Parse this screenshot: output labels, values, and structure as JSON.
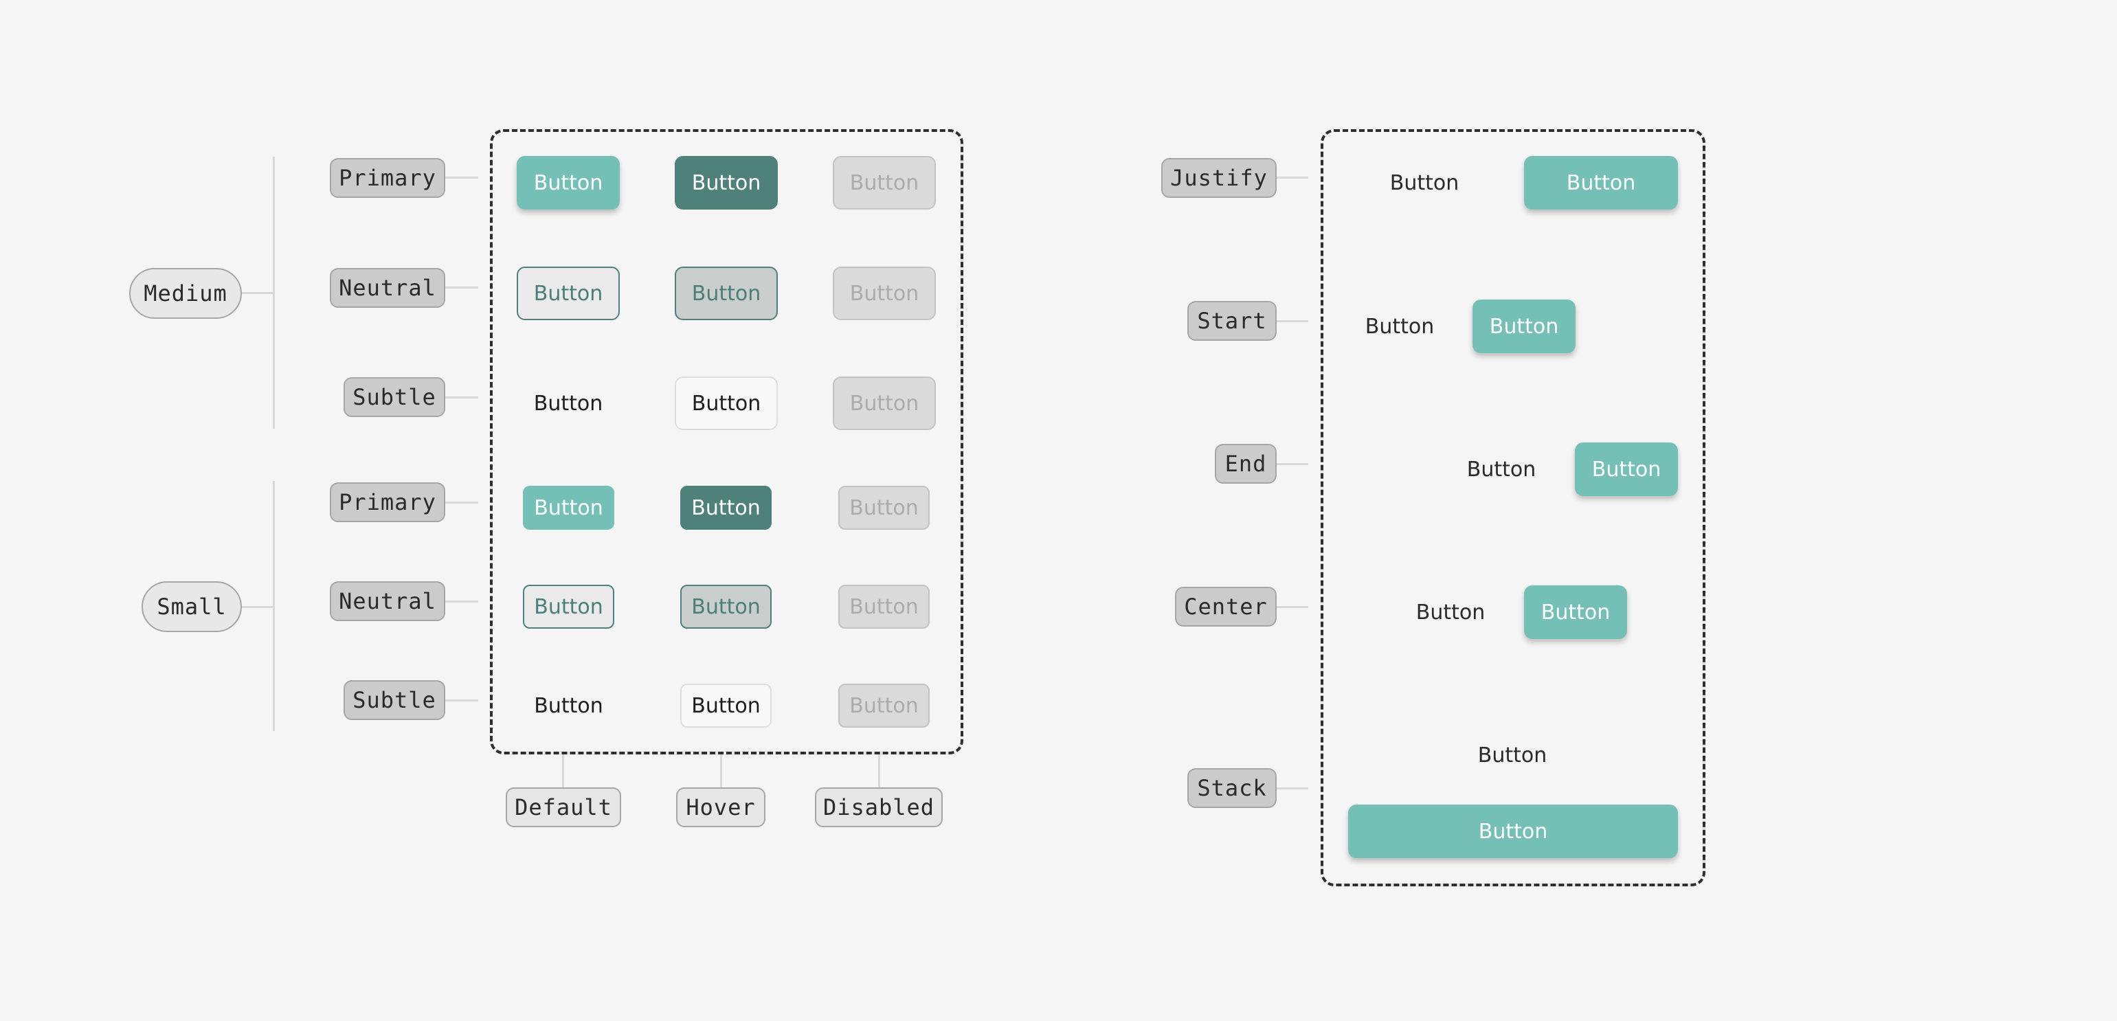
{
  "left": {
    "size_labels": {
      "medium": "Medium",
      "small": "Small"
    },
    "variant_labels": {
      "primary": "Primary",
      "neutral": "Neutral",
      "subtle": "Subtle"
    },
    "state_labels": {
      "default": "Default",
      "hover": "Hover",
      "disabled": "Disabled"
    },
    "button_label": "Button"
  },
  "right": {
    "layout_labels": {
      "justify": "Justify",
      "start": "Start",
      "end": "End",
      "center": "Center",
      "stack": "Stack"
    },
    "button_label": "Button"
  },
  "colors": {
    "primary": "#74c0b7",
    "primary_hover": "#4e817a",
    "disabled": "#dadada",
    "background": "#f5f5f5"
  }
}
